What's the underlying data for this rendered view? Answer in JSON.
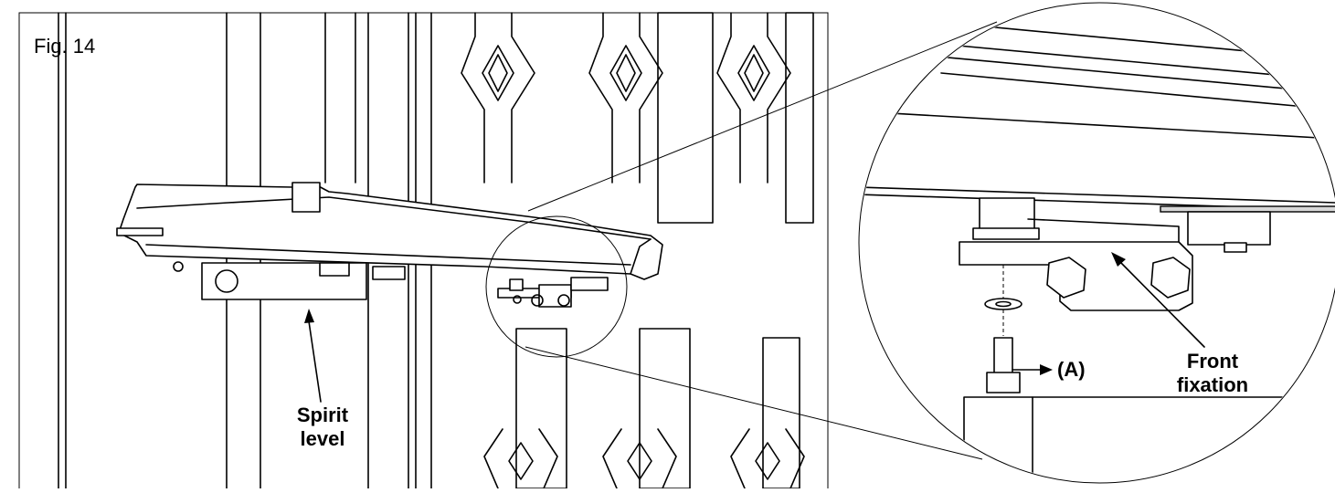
{
  "figure": {
    "title": "Fig. 14",
    "labels": {
      "spirit_level": [
        "Spirit",
        "level"
      ],
      "front_fixation": [
        "Front",
        "fixation"
      ],
      "bolt": "(A)"
    }
  }
}
